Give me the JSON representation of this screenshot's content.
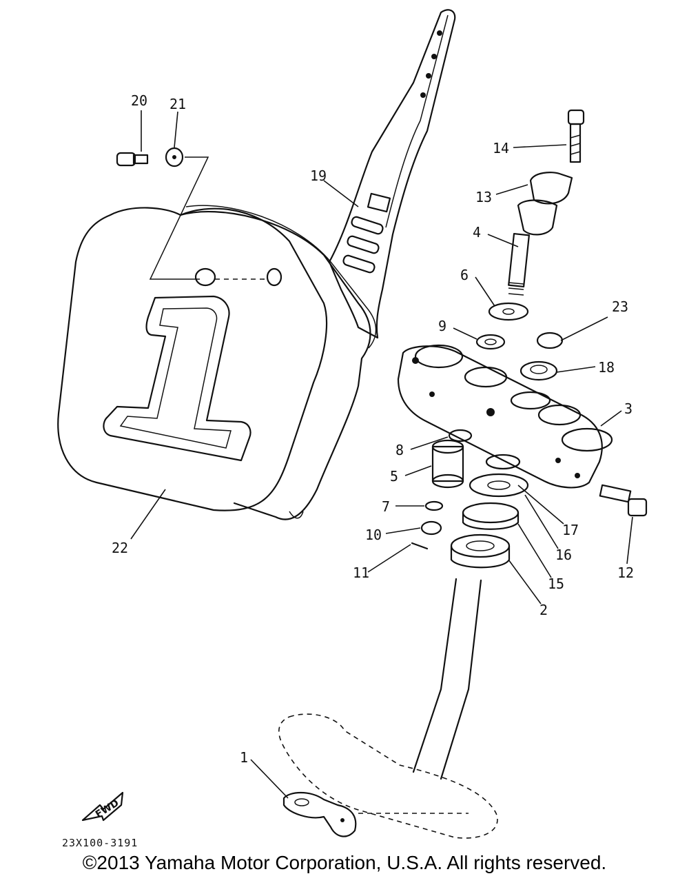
{
  "diagram": {
    "part_numbers": [
      "1",
      "2",
      "3",
      "4",
      "5",
      "6",
      "7",
      "8",
      "9",
      "10",
      "11",
      "12",
      "13",
      "14",
      "15",
      "16",
      "17",
      "18",
      "19",
      "20",
      "21",
      "22",
      "23"
    ],
    "direction_marker": "FWD",
    "drawing_code": "23X100-3191"
  },
  "footer": {
    "copyright": "©2013 Yamaha Motor Corporation, U.S.A. All rights reserved."
  }
}
